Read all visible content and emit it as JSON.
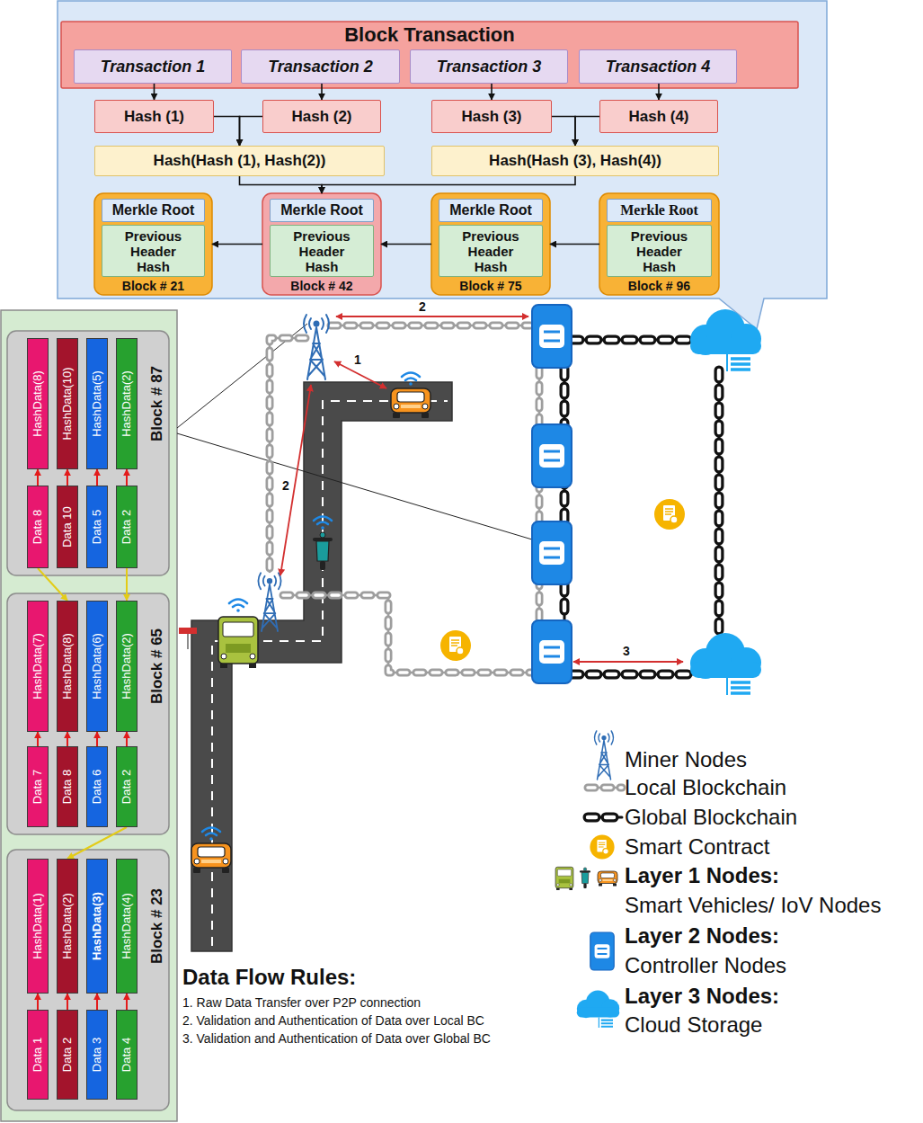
{
  "diagram": {
    "nodes": [
      {
        "text": [
          "Block Transaction"
        ]
      },
      {
        "text": [
          "Transaction 1"
        ],
        "in": 0
      },
      {
        "text": [
          "Transaction 2"
        ],
        "in": 0
      },
      {
        "text": [
          "Transaction 3"
        ],
        "in": 0
      },
      {
        "text": [
          "Transaction 4"
        ],
        "in": 0
      },
      {
        "text": [
          "Hash (1)"
        ]
      },
      {
        "text": [
          "Hash (2)"
        ]
      },
      {
        "text": [
          "Hash (3)"
        ]
      },
      {
        "text": [
          "Hash (4)"
        ]
      },
      {
        "text": [
          "Hash(Hash (1), Hash(2))"
        ]
      },
      {
        "text": [
          "Hash(Hash (3), Hash(4))"
        ]
      },
      {
        "text": [
          "Block # 21"
        ]
      },
      {
        "text": [
          "Merkle Root"
        ],
        "in": 11
      },
      {
        "text": [
          "Previous Header Hash"
        ],
        "in": 11
      },
      {
        "text": [
          "Block # 42"
        ]
      },
      {
        "text": [
          "Merkle Root"
        ],
        "in": 14
      },
      {
        "text": [
          "Previous Header Hash"
        ],
        "in": 14
      },
      {
        "text": [
          "Block # 75"
        ]
      },
      {
        "text": [
          "Merkle Root"
        ],
        "in": 17
      },
      {
        "text": [
          "Previous Header Hash"
        ],
        "in": 17
      },
      {
        "text": [
          "Block # 96"
        ]
      },
      {
        "text": [
          "Merkle Root"
        ],
        "in": 20
      },
      {
        "text": [
          "Previous Header Hash"
        ],
        "in": 20
      },
      {
        "text": [
          "Block # 87"
        ]
      },
      {
        "text": [
          "HashData(8)"
        ],
        "in": 23
      },
      {
        "text": [
          "HashData(10)"
        ],
        "in": 23
      },
      {
        "text": [
          "HashData(5)"
        ],
        "in": 23
      },
      {
        "text": [
          "HashData(2)"
        ],
        "in": 23
      },
      {
        "text": [
          "Data 8"
        ],
        "in": 23
      },
      {
        "text": [
          "Data 10"
        ],
        "in": 23
      },
      {
        "text": [
          "Data 5"
        ],
        "in": 23
      },
      {
        "text": [
          "Data 2"
        ],
        "in": 23
      },
      {
        "text": [
          "Block # 65"
        ]
      },
      {
        "text": [
          "HashData(7)"
        ],
        "in": 32
      },
      {
        "text": [
          "HashData(8)"
        ],
        "in": 32
      },
      {
        "text": [
          "HashData(6)"
        ],
        "in": 32
      },
      {
        "text": [
          "HashData(2)"
        ],
        "in": 32
      },
      {
        "text": [
          "Data 7"
        ],
        "in": 32
      },
      {
        "text": [
          "Data 8"
        ],
        "in": 32
      },
      {
        "text": [
          "Data 6"
        ],
        "in": 32
      },
      {
        "text": [
          "Data 2"
        ],
        "in": 32
      },
      {
        "text": [
          "Block # 23"
        ]
      },
      {
        "text": [
          "HashData(1)"
        ],
        "in": 41
      },
      {
        "text": [
          "HashData(2)"
        ],
        "in": 41
      },
      {
        "text": [
          "HashData(3)"
        ],
        "in": 41
      },
      {
        "text": [
          "HashData(4)"
        ],
        "in": 41
      },
      {
        "text": [
          "Data 1"
        ],
        "in": 41
      },
      {
        "text": [
          "Data 2"
        ],
        "in": 41
      },
      {
        "text": [
          "Data 3"
        ],
        "in": 41
      },
      {
        "text": [
          "Data 4"
        ],
        "in": 41
      }
    ],
    "edges": [
      {
        "from": 1,
        "to": 5,
        "arrow": "to"
      },
      {
        "from": 2,
        "to": 6,
        "arrow": "to"
      },
      {
        "from": 3,
        "to": 7,
        "arrow": "to"
      },
      {
        "from": 4,
        "to": 8,
        "arrow": "to"
      },
      {
        "from": 5,
        "to": 9,
        "arrow": "to"
      },
      {
        "from": 6,
        "to": 9,
        "arrow": "to"
      },
      {
        "from": 7,
        "to": 10,
        "arrow": "to"
      },
      {
        "from": 8,
        "to": 10,
        "arrow": "to"
      },
      {
        "from": 9,
        "to": 14,
        "arrow": "to"
      },
      {
        "from": 10,
        "to": 14,
        "arrow": "to"
      },
      {
        "from": 20,
        "to": 17,
        "arrow": "to"
      },
      {
        "from": 17,
        "to": 14,
        "arrow": "to"
      },
      {
        "from": 14,
        "to": 11,
        "arrow": "to"
      },
      {
        "from": 28,
        "to": 24,
        "arrow": "to"
      },
      {
        "from": 29,
        "to": 25,
        "arrow": "to"
      },
      {
        "from": 30,
        "to": 26,
        "arrow": "to"
      },
      {
        "from": 31,
        "to": 27,
        "arrow": "to"
      },
      {
        "from": 28,
        "to": 34,
        "arrow": "to"
      },
      {
        "from": 31,
        "to": 36,
        "arrow": "to"
      },
      {
        "from": 37,
        "to": 33,
        "arrow": "to"
      },
      {
        "from": 38,
        "to": 34,
        "arrow": "to"
      },
      {
        "from": 39,
        "to": 35,
        "arrow": "to"
      },
      {
        "from": 40,
        "to": 36,
        "arrow": "to"
      },
      {
        "from": 40,
        "to": 43,
        "arrow": "to"
      },
      {
        "from": 46,
        "to": 42,
        "arrow": "to"
      },
      {
        "from": 47,
        "to": 43,
        "arrow": "to"
      },
      {
        "from": 48,
        "to": 44,
        "arrow": "to"
      },
      {
        "from": 49,
        "to": 45,
        "arrow": "to"
      }
    ],
    "labels": [
      "1",
      "2",
      "2",
      "3",
      "Data Flow Rules:",
      "1. Raw Data Transfer over P2P connection",
      "2. Validation and Authentication of Data over Local BC",
      "3. Validation and Authentication of Data over Global BC",
      "Smart Vehicles/ IoV Nodes",
      "Controller Nodes",
      "Cloud Storage"
    ],
    "legend": [
      {
        "text": "Miner Nodes"
      },
      {
        "text": "Local Blockchain"
      },
      {
        "text": "Global Blockchain"
      },
      {
        "text": "Smart Contract"
      },
      {
        "text": "Layer 1 Nodes:"
      },
      {
        "text": "Layer 2 Nodes:"
      },
      {
        "text": "Layer 3 Nodes:"
      }
    ]
  }
}
